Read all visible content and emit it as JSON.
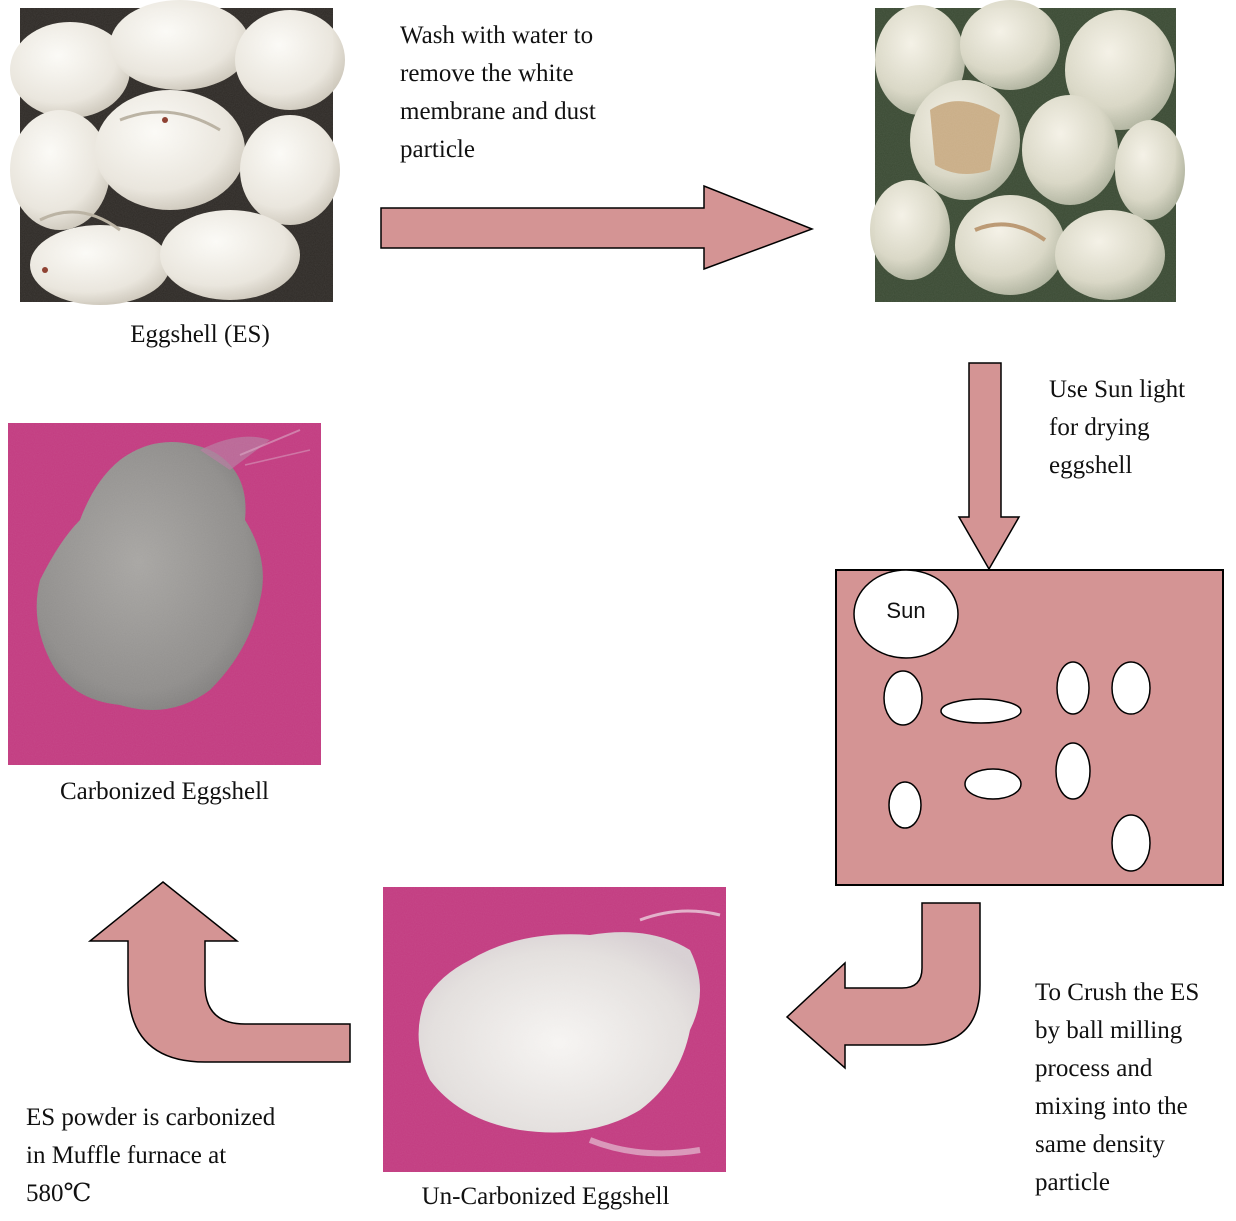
{
  "steps": {
    "wash_text": "Wash with water to\nremove the white\nmembrane and dust\nparticle",
    "dry_text": "Use Sun light\nfor drying\neggshell",
    "crush_text": "To Crush the ES\nby ball milling\nprocess and\nmixing into the\nsame density\nparticle",
    "carbonize_text": "ES powder is carbonized\nin Muffle furnace at\n580℃"
  },
  "captions": {
    "eggshell": "Eggshell (ES)",
    "carbonized": "Carbonized Eggshell",
    "uncarbonized": "Un-Carbonized Eggshell"
  },
  "sun_label": "Sun",
  "colors": {
    "arrow_fill": "#d49494",
    "outline": "#000000",
    "magenta_bg": "#c23b80",
    "grey_powder": "#9a9895",
    "white_powder": "#ece9e6"
  }
}
